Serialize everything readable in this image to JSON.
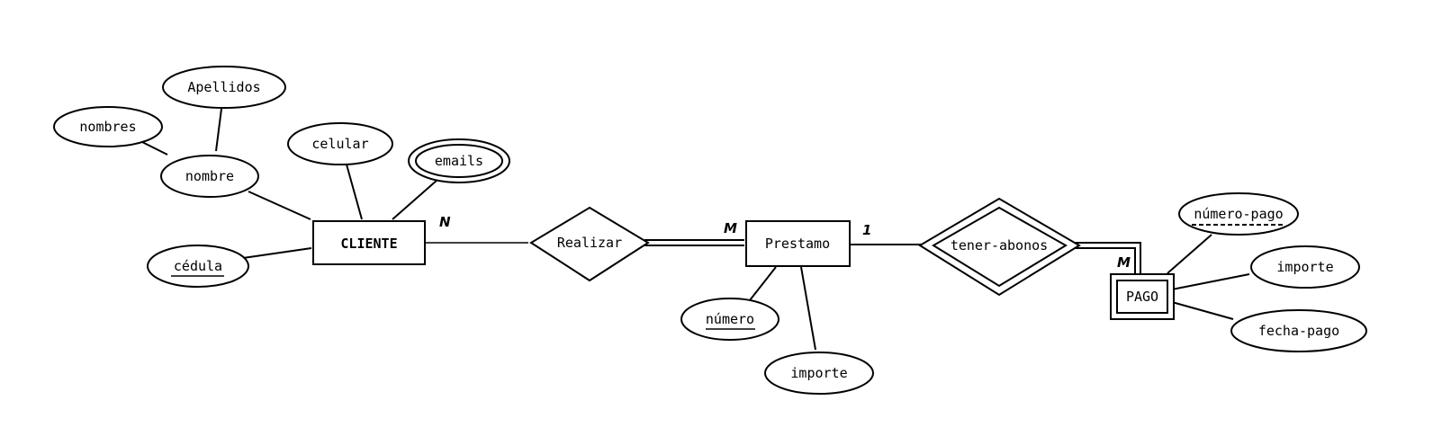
{
  "entities": {
    "cliente": "CLIENTE",
    "prestamo": "Prestamo",
    "pago": "PAGO"
  },
  "relationships": {
    "realizar": "Realizar",
    "tener_abonos": "tener-abonos"
  },
  "attributes": {
    "apellidos": "Apellidos",
    "nombres": "nombres",
    "nombre": "nombre",
    "celular": "celular",
    "emails": "emails",
    "cedula": "cédula",
    "numero": "número",
    "importe_prestamo": "importe",
    "numero_pago": "número-pago",
    "importe_pago": "importe",
    "fecha_pago": "fecha-pago"
  },
  "cardinalities": {
    "cliente_realizar": "N",
    "prestamo_realizar": "M",
    "prestamo_tener": "1",
    "pago_tener": "M"
  }
}
